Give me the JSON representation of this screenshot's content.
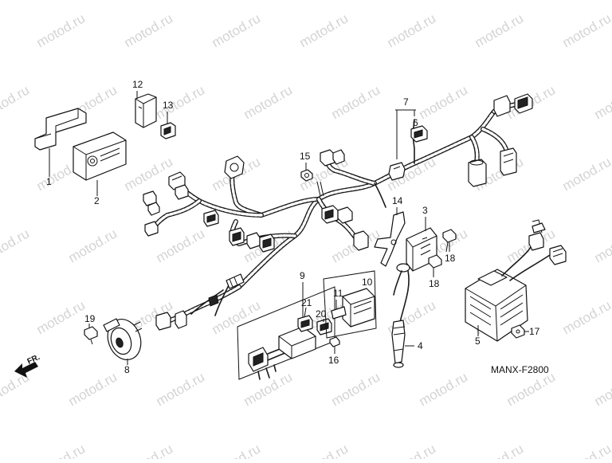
{
  "watermark": "motod.ru",
  "diagram_code": "MANX-F2800",
  "direction": "FR.",
  "callouts": [
    "1",
    "2",
    "3",
    "4",
    "5",
    "6",
    "7",
    "8",
    "9",
    "10",
    "11",
    "12",
    "13",
    "14",
    "15",
    "16",
    "17",
    "18",
    "18",
    "19",
    "20",
    "21"
  ]
}
